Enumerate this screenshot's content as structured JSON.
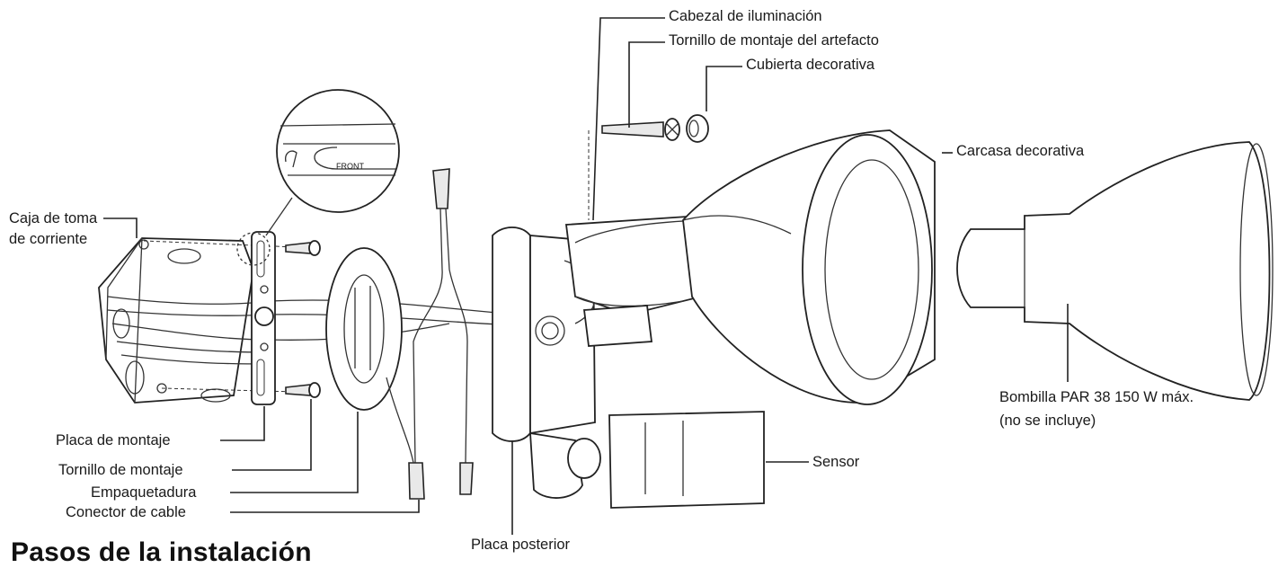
{
  "labels": {
    "cabezal": "Cabezal de iluminación",
    "tornillo_artefacto": "Tornillo de montaje del artefacto",
    "cubierta": "Cubierta decorativa",
    "carcasa": "Carcasa decorativa",
    "caja": "Caja de toma de corriente",
    "bombilla_line1": "Bombilla PAR 38 150 W máx.",
    "bombilla_line2": "(no se incluye)",
    "placa_montaje": "Placa de montaje",
    "tornillo_montaje": "Tornillo de montaje",
    "empaquetadura": "Empaquetadura",
    "conector": "Conector de cable",
    "sensor": "Sensor",
    "placa_posterior": "Placa posterior",
    "front": "FRONT"
  },
  "heading": "Pasos de la instalación",
  "colors": {
    "ink": "#222222",
    "background": "#ffffff"
  }
}
